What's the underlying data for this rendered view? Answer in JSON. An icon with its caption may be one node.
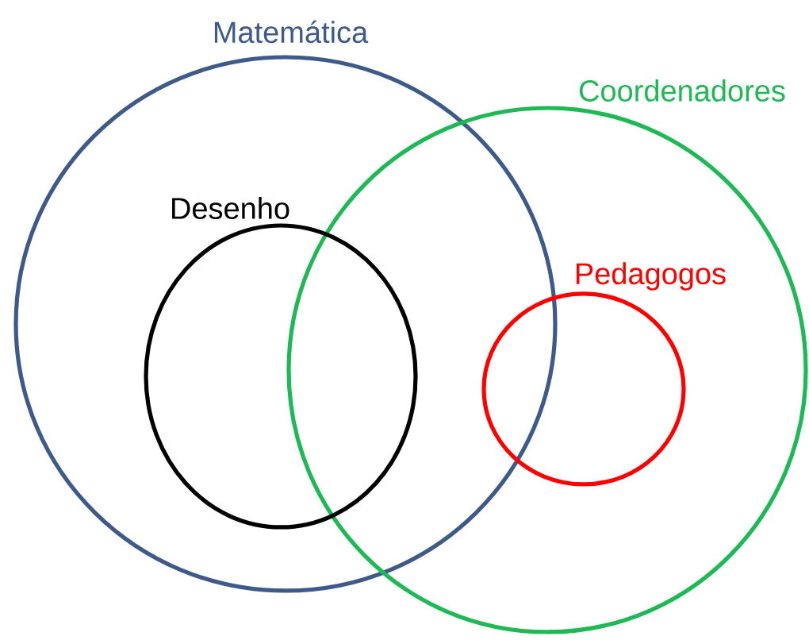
{
  "diagram": {
    "nodes": [
      {
        "text": [
          "Matemática"
        ]
      },
      {
        "text": [
          "Coordenadores"
        ]
      },
      {
        "text": [
          "Desenho"
        ],
        "in": 0
      },
      {
        "text": [
          "Pedagogos"
        ],
        "in": 1
      }
    ]
  }
}
